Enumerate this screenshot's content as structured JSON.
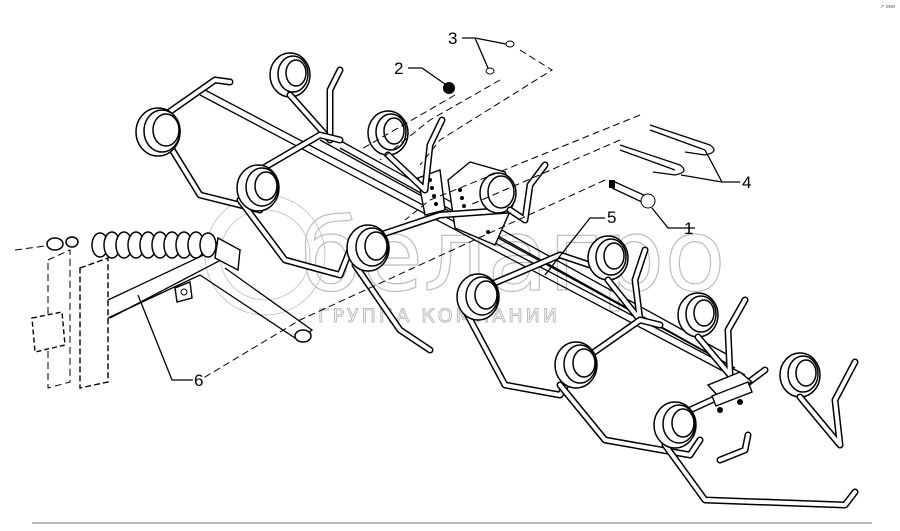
{
  "diagram": {
    "title": "Spring tine rake assembly (exploded parts view)",
    "corner_mark": "↗ ooo",
    "watermark": {
      "brand": "белагро",
      "subtitle": "ГРУППА КОМПАНИИ"
    },
    "callouts": [
      {
        "id": "1",
        "label": "1",
        "part": "bolt"
      },
      {
        "id": "2",
        "label": "2",
        "part": "nut"
      },
      {
        "id": "3",
        "label": "3",
        "part": "washers"
      },
      {
        "id": "4",
        "label": "4",
        "part": "u-clips"
      },
      {
        "id": "5",
        "label": "5",
        "part": "spring-tine"
      },
      {
        "id": "6",
        "label": "6",
        "part": "bracket-arm"
      }
    ],
    "colors": {
      "line": "#000000",
      "watermark": "#bdbdbd",
      "baseline": "#a0a0a0",
      "background": "#ffffff"
    }
  }
}
